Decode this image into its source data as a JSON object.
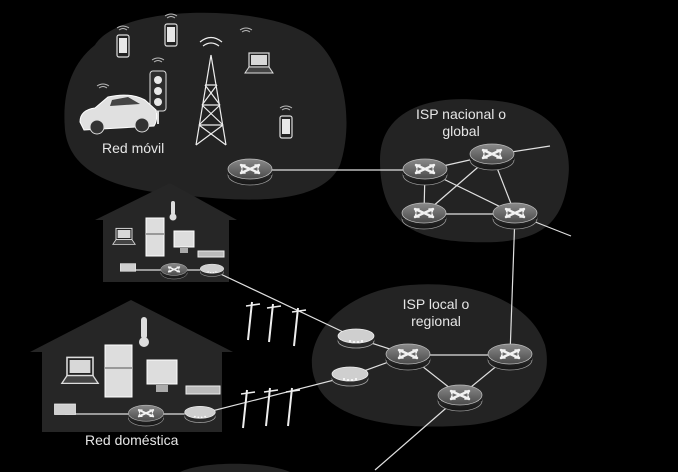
{
  "labels": {
    "mobile_network": "Red móvil",
    "national_isp_line1": "ISP nacional o",
    "national_isp_line2": "global",
    "local_isp_line1": "ISP local o",
    "local_isp_line2": "regional",
    "home_network": "Red doméstica"
  },
  "icons": [
    "router-icon",
    "cell-tower-icon",
    "smartphone-icon",
    "laptop-icon",
    "car-icon",
    "traffic-light-icon",
    "refrigerator-icon",
    "thermometer-icon",
    "desktop-monitor-icon",
    "modem-icon",
    "utility-pole-icon",
    "house-icon"
  ],
  "colors": {
    "background": "#000000",
    "cloud": "#232323",
    "link": "#e0e0e0",
    "text": "#e6e6e6"
  }
}
